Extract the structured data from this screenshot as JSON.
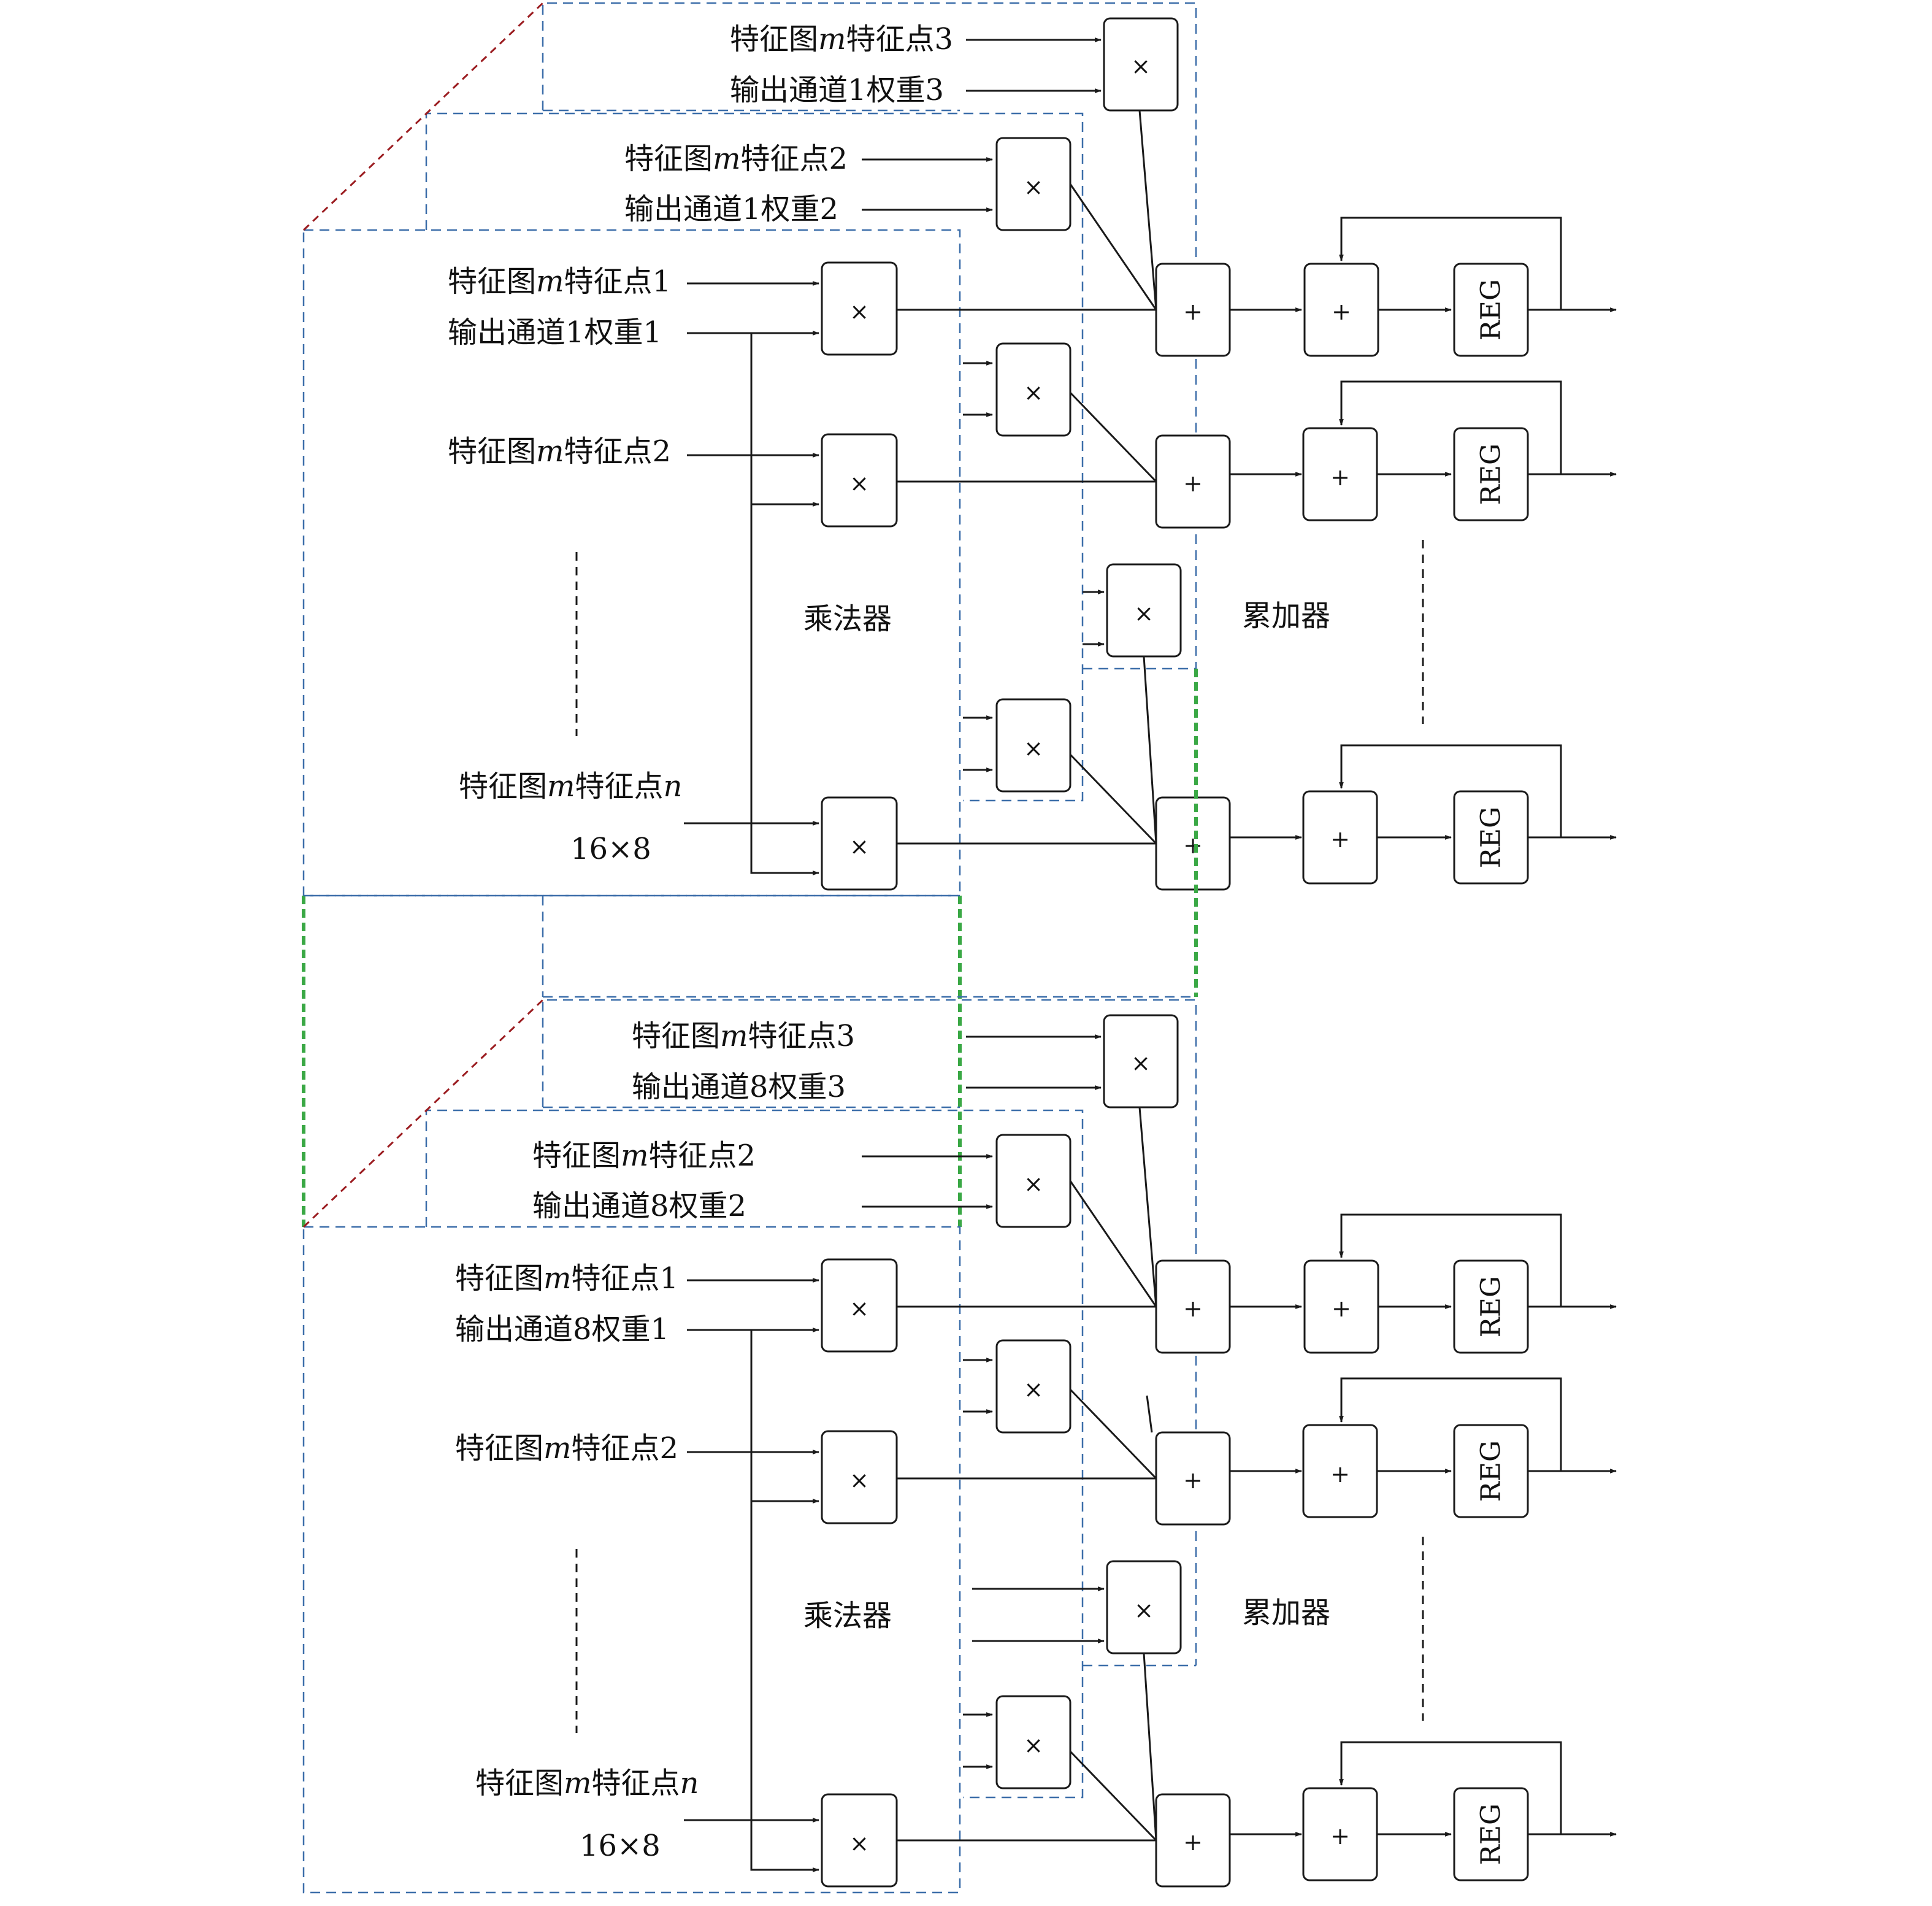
{
  "symbols": {
    "multiply": "×",
    "add": "+",
    "register": "REG"
  },
  "groups": [
    {
      "layer3_label1": "特征图",
      "layer3_m": "m",
      "layer3_label2": "特征点3",
      "layer3_weight": "输出通道1权重3",
      "layer2_label1": "特征图",
      "layer2_m": "m",
      "layer2_label2": "特征点2",
      "layer2_weight": "输出通道1权重2",
      "point1_label1": "特征图",
      "point1_m": "m",
      "point1_label2": "特征点1",
      "point1_weight": "输出通道1权重1",
      "point2_label1": "特征图",
      "point2_m": "m",
      "point2_label2": "特征点2",
      "pointn_label1": "特征图",
      "pointn_m": "m",
      "pointn_label2": "特征点",
      "pointn_n": "n",
      "size": "16×8",
      "multiplier_label": "乘法器",
      "accumulator_label": "累加器"
    },
    {
      "layer3_label1": "特征图",
      "layer3_m": "m",
      "layer3_label2": "特征点3",
      "layer3_weight": "输出通道8权重3",
      "layer2_label1": "特征图",
      "layer2_m": "m",
      "layer2_label2": "特征点2",
      "layer2_weight": "输出通道8权重2",
      "point1_label1": "特征图",
      "point1_m": "m",
      "point1_label2": "特征点1",
      "point1_weight": "输出通道8权重1",
      "point2_label1": "特征图",
      "point2_m": "m",
      "point2_label2": "特征点2",
      "pointn_label1": "特征图",
      "pointn_m": "m",
      "pointn_label2": "特征点",
      "pointn_n": "n",
      "size": "16×8",
      "multiplier_label": "乘法器",
      "accumulator_label": "累加器"
    }
  ]
}
